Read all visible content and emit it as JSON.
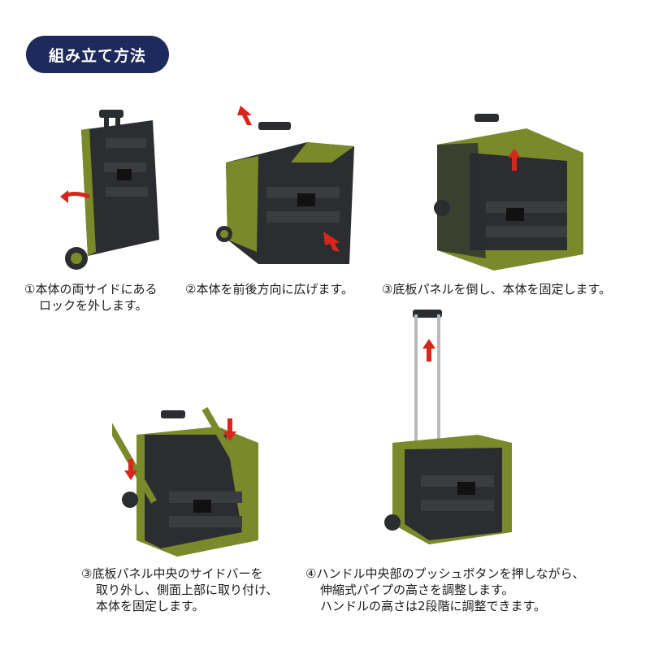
{
  "header": {
    "title": "組み立て方法"
  },
  "steps": [
    {
      "lines": [
        "①本体の両サイドにある",
        "ロックを外します。"
      ]
    },
    {
      "lines": [
        "②本体を前後方向に広げます。"
      ]
    },
    {
      "lines": [
        "③底板パネルを倒し、本体を固定します。"
      ]
    },
    {
      "lines": [
        "③底板パネル中央のサイドバーを",
        "取り外し、側面上部に取り付け、",
        "本体を固定します。"
      ]
    },
    {
      "lines": [
        "④ハンドル中央部のプッシュボタンを押しながら、",
        "伸縮式パイプの高さを調整します。",
        "ハンドルの高さは2段階に調整できます。"
      ]
    }
  ],
  "colors": {
    "accent": "#1f2a5c",
    "olive": "#7a8a2a",
    "dark": "#2b2d30",
    "arrow": "#d9261c"
  },
  "icons": [
    "arrow-icon",
    "cart-illustration"
  ]
}
